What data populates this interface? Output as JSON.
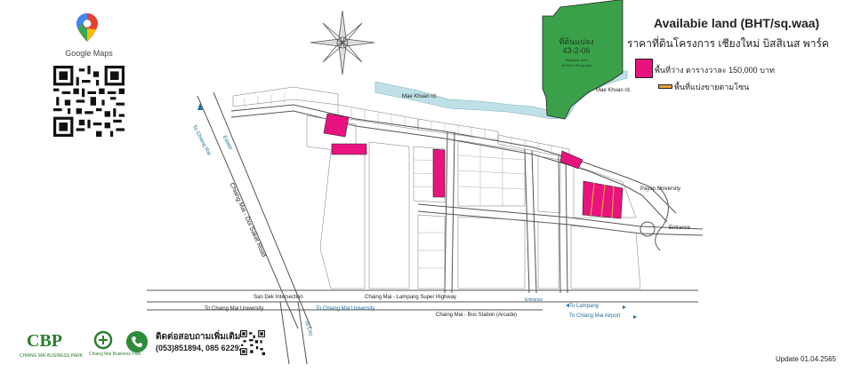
{
  "google_maps": {
    "label": "Google Maps",
    "pin_icon": "google-maps-pin-icon"
  },
  "legend": {
    "title": "Availabie land (BHT/sq.waa)",
    "subtitle": "ราคาที่ดินโครงการ เชียงใหม่ บิสสิเนส พาร์ค",
    "items": [
      {
        "label": "พื้นที่ว่าง ตารางวาละ 150,000 บาท",
        "color": "#e8137e"
      },
      {
        "label": "พื้นที่แบ่งขายตามโซน",
        "color": "#e8a13a"
      }
    ]
  },
  "green_parcel": {
    "title": "ที่ดินแปลง",
    "code": "43-2-06",
    "sub1": "Available land",
    "sub2": "43 Rai 2-06 sq.waa",
    "color": "#3aa14a"
  },
  "labels": {
    "to_chiang_rai": "To Chiang Rai",
    "chiang_mai_doi_saket": "Chiang Mai - Doi Saket Road",
    "estate": "Estate",
    "san_dek": "San Dek Intersection",
    "to_cmu": "To Chaing Mai University",
    "to_cmu_blue": "To Chiang Mai University",
    "to_city": "To City",
    "super_highway": "Chaing Mai - Lampang Super Highway",
    "entrance_bottom": "Entrance",
    "bus_station": "Chaing Mai - Bus Station (Arcade)",
    "to_lampang": "To Lampang",
    "to_airport": "To Chiang Mai Airport",
    "payap": "Payap University",
    "entrance_right": "Entrance",
    "mae_khuan": "Mae Khuan rd.",
    "mae_khuan_right": "Mae Khuan rd."
  },
  "footer": {
    "brand": "CBP",
    "brand_sub": "CHIANG MAI BUSINESS PARK",
    "logo2_sub": "Chiang Mai Business Park",
    "contact_title": "ติดต่อสอบถามเพิ่มเติม",
    "phones": "(053)851894, 085 6229274",
    "update": "Update 01.04.2565"
  },
  "colors": {
    "accent_pink": "#e8137e",
    "river": "#bfe0e6",
    "road": "#666666",
    "blue_label": "#1f6d9e"
  }
}
